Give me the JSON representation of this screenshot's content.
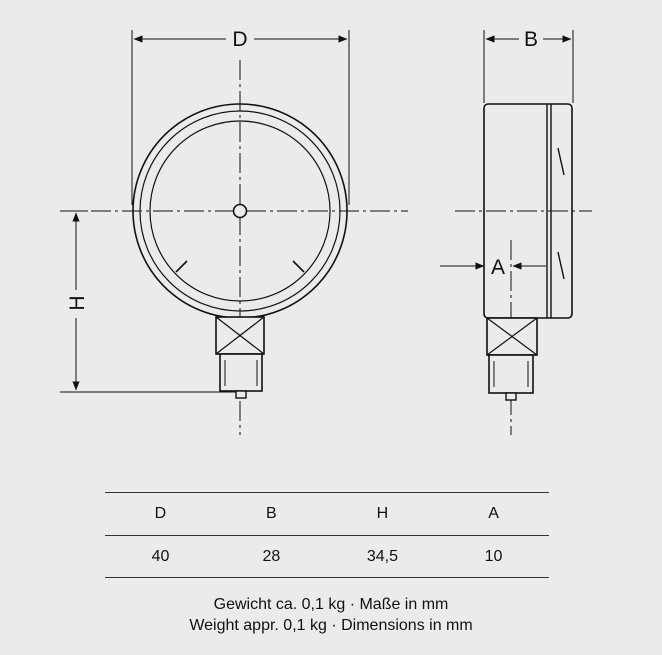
{
  "drawing": {
    "labels": {
      "D": "D",
      "B": "B",
      "H": "H",
      "A": "A"
    }
  },
  "table": {
    "headers": [
      "D",
      "B",
      "H",
      "A"
    ],
    "rows": [
      [
        "40",
        "28",
        "34,5",
        "10"
      ]
    ]
  },
  "footnote": {
    "line_de": "Gewicht ca. 0,1 kg · Maße in mm",
    "line_en": "Weight appr. 0,1 kg · Dimensions in mm"
  }
}
